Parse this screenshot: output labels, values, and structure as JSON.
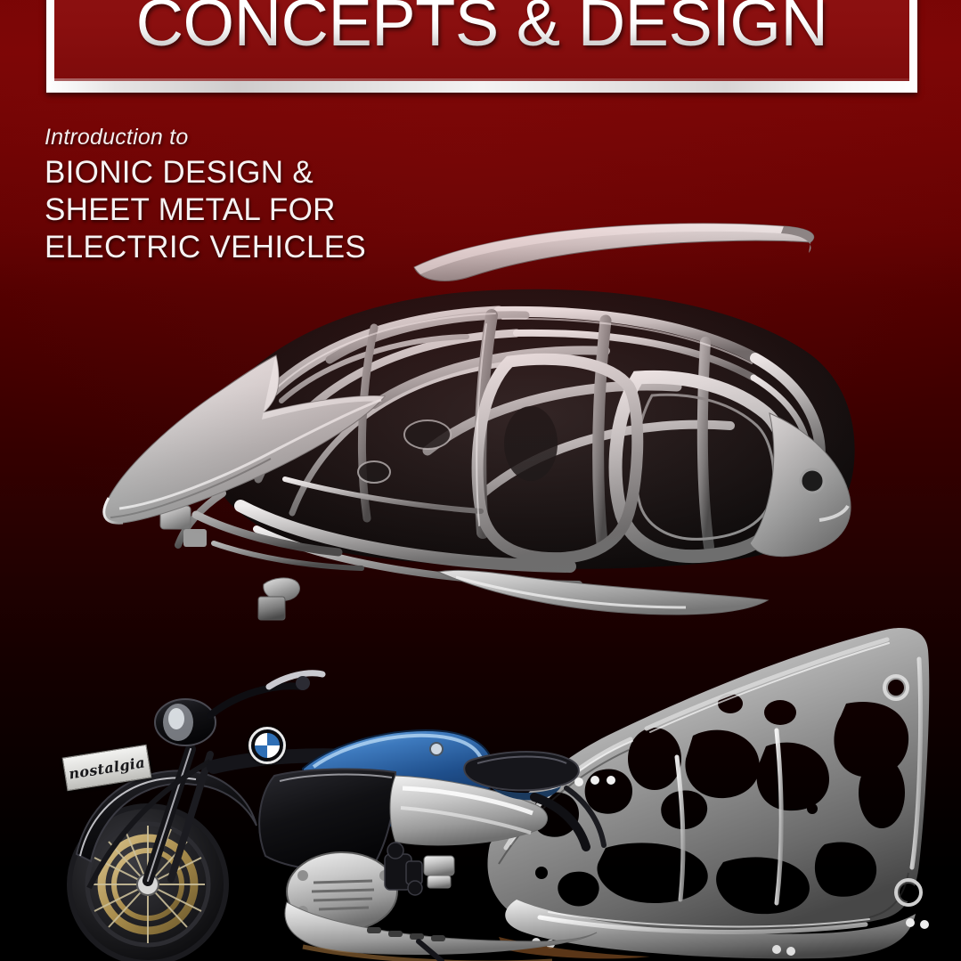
{
  "slide": {
    "banner": {
      "title": "CONCEPTS & DESIGN",
      "frame_color": "#e8e6e6",
      "banner_red": "#8c0f0f"
    },
    "subtitle": {
      "eyebrow": "Introduction to",
      "headline_line1": "BIONIC DESIGN &",
      "headline_line2": "SHEET METAL FOR",
      "headline_line3": "ELECTRIC VEHICLES"
    },
    "background": {
      "top_color": "#7a0505",
      "mid_color": "#2a0101",
      "bottom_color": "#000000",
      "style": "vertical gradient dark red to black"
    },
    "artwork": {
      "car": {
        "name": "exploded automotive body-in-white structure",
        "detached_panel_label": "roof panel",
        "material_tone": "#c9c9c9"
      },
      "hood": {
        "name": "floating hood / bonnet sheet metal panel",
        "material_tone": "#d6d6d6"
      },
      "motorcycle": {
        "name": "BMW classic concept motorcycle",
        "plate_text": "nostalgia",
        "tank_color": "#2f6fb5",
        "body_color": "#0c0c10",
        "badge": "BMW roundel"
      },
      "bionic_frame": {
        "name": "bionic topology-optimized cast motorcycle frame",
        "material_tone": "#b8b8b8"
      }
    }
  }
}
